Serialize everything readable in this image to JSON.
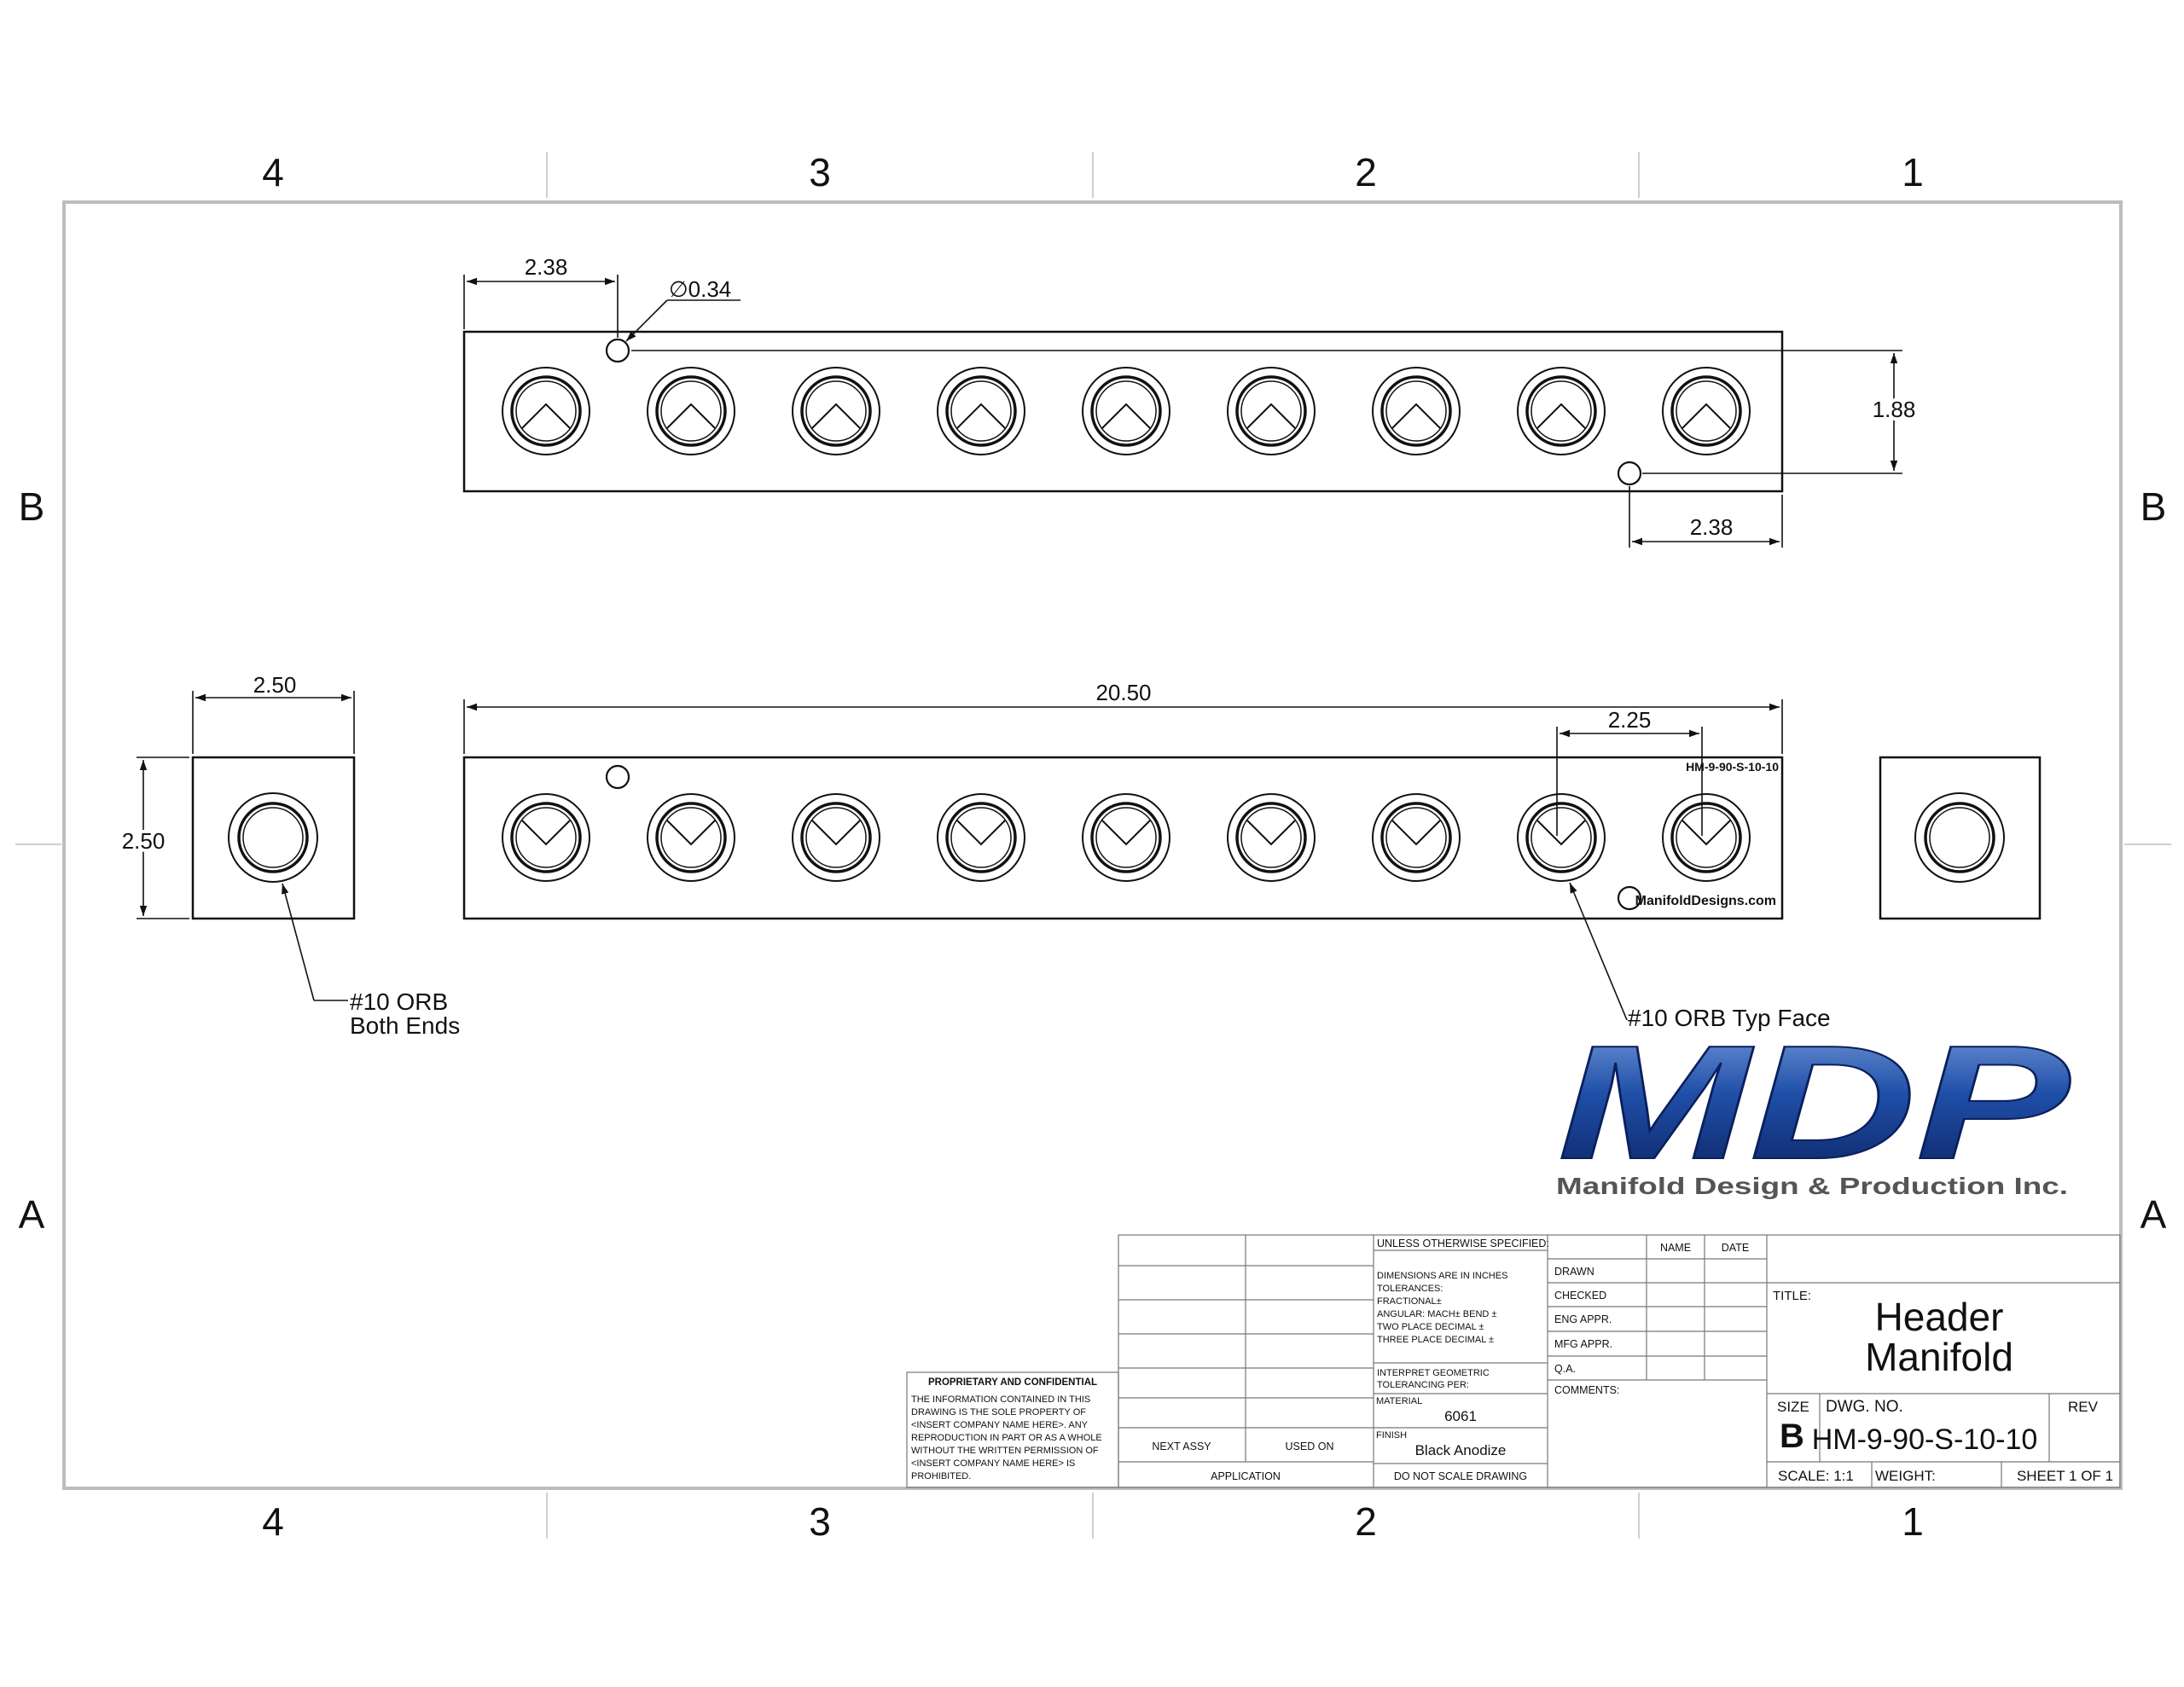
{
  "zones": {
    "columns": [
      "4",
      "3",
      "2",
      "1"
    ],
    "rows": [
      "B",
      "A"
    ]
  },
  "dimensions": {
    "hole_offset_left": "2.38",
    "hole_diameter": "∅0.34",
    "hole_spacing_vertical": "1.88",
    "hole_offset_right": "2.38",
    "end_width": "2.50",
    "end_height": "2.50",
    "overall_length": "20.50",
    "port_pitch": "2.25"
  },
  "callouts": {
    "end_ports_line1": "#10 ORB",
    "end_ports_line2": "Both Ends",
    "face_ports": "#10 ORB Typ Face"
  },
  "part_engraving": {
    "part_number": "HM-9-90-S-10-10",
    "website": "ManifoldDesigns.com"
  },
  "logo": {
    "letters": "MDP",
    "tagline": "Manifold Design & Production Inc.",
    "color": "#1f4fa8"
  },
  "proprietary": {
    "heading": "PROPRIETARY AND CONFIDENTIAL",
    "lines": [
      "THE INFORMATION CONTAINED IN THIS",
      "DRAWING IS THE SOLE PROPERTY OF",
      "<INSERT COMPANY NAME HERE>.  ANY",
      "REPRODUCTION IN PART OR AS A WHOLE",
      "WITHOUT THE WRITTEN PERMISSION OF",
      "<INSERT COMPANY NAME HERE> IS",
      "PROHIBITED."
    ]
  },
  "title_block": {
    "next_assy": "NEXT ASSY",
    "used_on": "USED ON",
    "application": "APPLICATION",
    "unless_specified": "UNLESS OTHERWISE SPECIFIED:",
    "tolerance_lines": [
      "DIMENSIONS ARE IN INCHES",
      "TOLERANCES:",
      "FRACTIONAL±",
      "ANGULAR: MACH±    BEND ±",
      "TWO PLACE DECIMAL    ±",
      "THREE PLACE DECIMAL  ±"
    ],
    "interpret_lines": [
      "INTERPRET GEOMETRIC",
      "TOLERANCING PER:"
    ],
    "material_label": "MATERIAL",
    "material_value": "6061",
    "finish_label": "FINISH",
    "finish_value": "Black Anodize",
    "do_not_scale": "DO NOT SCALE DRAWING",
    "name_header": "NAME",
    "date_header": "DATE",
    "approvals": [
      "DRAWN",
      "CHECKED",
      "ENG APPR.",
      "MFG APPR.",
      "Q.A."
    ],
    "comments_label": "COMMENTS:",
    "title_label": "TITLE:",
    "title_line1": "Header",
    "title_line2": "Manifold",
    "size_label": "SIZE",
    "size_value": "B",
    "dwg_no_label": "DWG.  NO.",
    "dwg_no_value": "HM-9-90-S-10-10",
    "rev_label": "REV",
    "scale": "SCALE: 1:1",
    "weight": "WEIGHT:",
    "sheet": "SHEET 1 OF 1"
  }
}
